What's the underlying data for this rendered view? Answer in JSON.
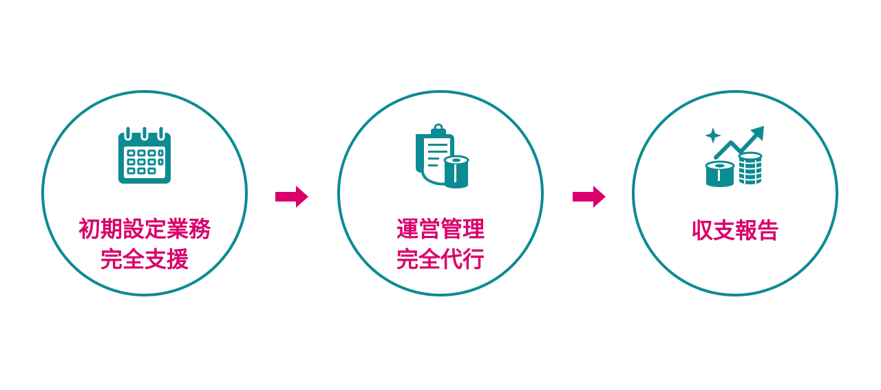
{
  "colors": {
    "accent_teal": "#0d8b92",
    "label_magenta": "#d9006c"
  },
  "steps": [
    {
      "icon": "calendar-icon",
      "lines": [
        "初期設定業務",
        "完全支援"
      ]
    },
    {
      "icon": "clipboard-icon",
      "lines": [
        "運営管理",
        "完全代行"
      ]
    },
    {
      "icon": "revenue-growth-icon",
      "lines": [
        "収支報告"
      ]
    }
  ],
  "arrows": [
    "arrow-right-icon",
    "arrow-right-icon"
  ]
}
